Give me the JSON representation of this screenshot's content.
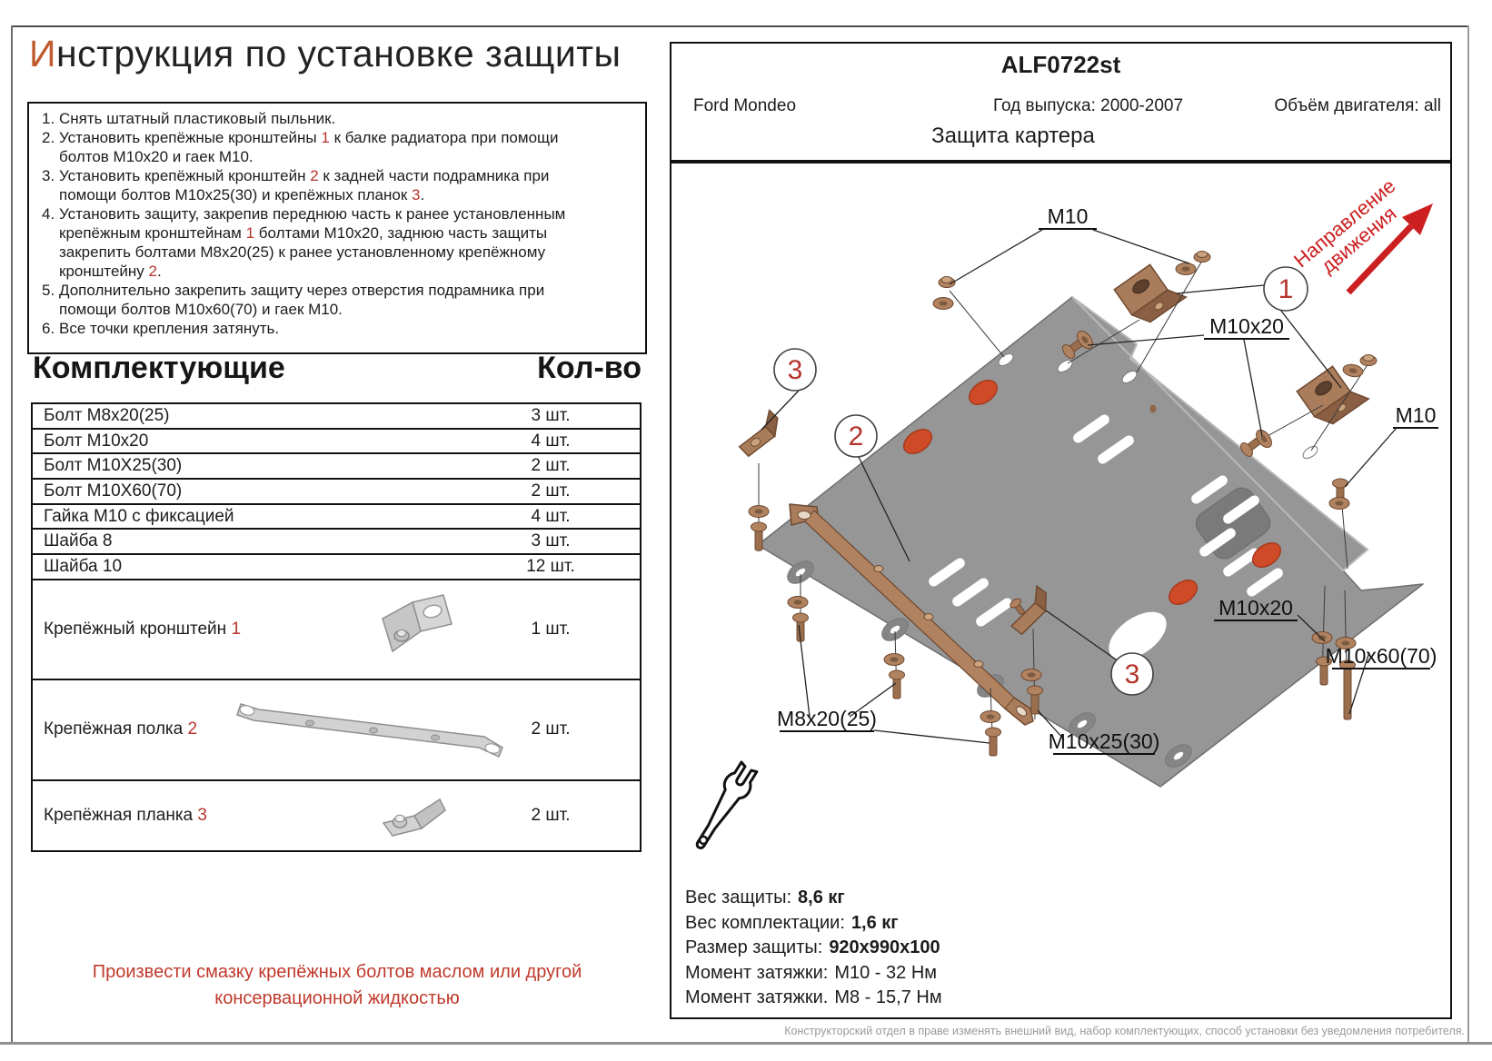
{
  "title": {
    "first_letter": "И",
    "rest": "нструкция по установке защиты"
  },
  "instructions": {
    "items": [
      {
        "num": "1.",
        "segments": [
          {
            "text": "Снять штатный пластиковый пыльник.",
            "red": false
          }
        ]
      },
      {
        "num": "2.",
        "segments": [
          {
            "text": "Установить крепёжные кронштейны ",
            "red": false
          },
          {
            "text": "1",
            "red": true
          },
          {
            "text": " к балке радиатора при помощи болтов М10х20 и гаек М10.",
            "red": false
          }
        ]
      },
      {
        "num": "3.",
        "segments": [
          {
            "text": "Установить крепёжный кронштейн ",
            "red": false
          },
          {
            "text": "2",
            "red": true
          },
          {
            "text": " к задней части подрамника при помощи болтов М10х25(30) и крепёжных планок ",
            "red": false
          },
          {
            "text": "3",
            "red": true
          },
          {
            "text": ".",
            "red": false
          }
        ]
      },
      {
        "num": "4.",
        "segments": [
          {
            "text": "Установить защиту, закрепив переднюю часть к ранее установленным крепёжным кронштейнам ",
            "red": false
          },
          {
            "text": "1",
            "red": true
          },
          {
            "text": " болтами М10х20, заднюю часть защиты закрепить болтами М8х20(25) к ранее установленному крепёжному кронштейну ",
            "red": false
          },
          {
            "text": "2",
            "red": true
          },
          {
            "text": ".",
            "red": false
          }
        ]
      },
      {
        "num": "5.",
        "segments": [
          {
            "text": "Дополнительно закрепить защиту через отверстия подрамника при помощи болтов М10х60(70) и гаек М10.",
            "red": false
          }
        ]
      },
      {
        "num": "6.",
        "segments": [
          {
            "text": "Все точки крепления затянуть.",
            "red": false
          }
        ]
      }
    ]
  },
  "parts": {
    "heading": "Комплектующие",
    "qty_heading": "Кол-во",
    "rows": [
      {
        "name": "Болт М8х20(25)",
        "qty": "3 шт."
      },
      {
        "name": "Болт М10х20",
        "qty": "4 шт."
      },
      {
        "name": "Болт М10Х25(30)",
        "qty": "2 шт."
      },
      {
        "name": "Болт М10Х60(70)",
        "qty": "2 шт."
      },
      {
        "name": "Гайка М10 с фиксацией",
        "qty": "4 шт."
      },
      {
        "name": "Шайба 8",
        "qty": "3 шт."
      },
      {
        "name": "Шайба 10",
        "qty": "12 шт."
      }
    ],
    "bracket_rows": [
      {
        "name": "Крепёжный кронштейн ",
        "red_num": "1",
        "qty": "1 шт."
      },
      {
        "name": "Крепёжная полка ",
        "red_num": "2",
        "qty": "2 шт."
      },
      {
        "name": "Крепёжная планка ",
        "red_num": "3",
        "qty": "2 шт."
      }
    ]
  },
  "note": {
    "line1": "Произвести смазку крепёжных болтов маслом или другой",
    "line2": "консервационной жидкостью"
  },
  "header": {
    "code": "ALF0722st",
    "model": "Ford Mondeo",
    "year": "Год выпуска: 2000-2007",
    "engine": "Объём двигателя: all",
    "product": "Защита картера"
  },
  "diagram": {
    "direction_line1": "Направление",
    "direction_line2": "движения",
    "labels": {
      "m10_top": "M10",
      "m10x20_mid": "M10x20",
      "m10_right": "M10",
      "m10x20_bottom": "M10x20",
      "m10x60": "M10x60(70)",
      "m8x20": "M8x20(25)",
      "m10x25": "M10x25(30)"
    },
    "callouts": {
      "one": "1",
      "two": "2",
      "three": "3"
    }
  },
  "specs": {
    "rows": [
      {
        "label": "Вес защиты:",
        "value": "8,6 кг"
      },
      {
        "label": "Вес комплектации:",
        "value": "1,6 кг"
      },
      {
        "label": "Размер защиты:",
        "value": "920х990х100"
      },
      {
        "label": "Момент затяжки:",
        "value": "М10 - 32 Нм"
      },
      {
        "label": "Момент затяжки.",
        "value": "М8 - 15,7 Нм"
      }
    ]
  },
  "footer": {
    "disclaimer": "Конструкторский отдел в праве изменять внешний вид, набор комплектующих, способ установки без уведомления потребителя."
  },
  "colors": {
    "accent_red": "#b5342c",
    "copper": "#a97c5b",
    "plate_gray": "#969696"
  }
}
